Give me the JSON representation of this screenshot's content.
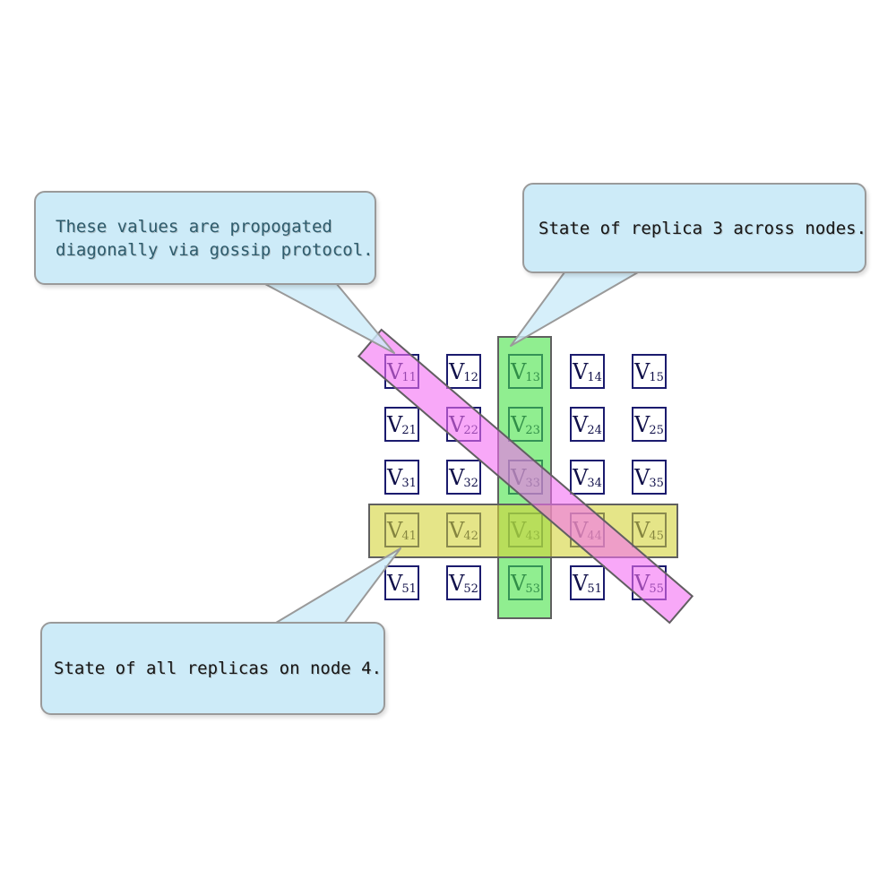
{
  "matrix": {
    "letter": "V",
    "cells": [
      [
        "11",
        "12",
        "13",
        "14",
        "15"
      ],
      [
        "21",
        "22",
        "23",
        "24",
        "25"
      ],
      [
        "31",
        "32",
        "33",
        "34",
        "35"
      ],
      [
        "41",
        "42",
        "43",
        "44",
        "45"
      ],
      [
        "51",
        "52",
        "53",
        "51",
        "55"
      ]
    ]
  },
  "callouts": [
    {
      "lines": [
        "These values are propogated",
        "diagonally via gossip protocol."
      ]
    },
    {
      "text": "State of replica 3 across nodes."
    },
    {
      "text": "State of all replicas on node 4."
    }
  ],
  "highlights": {
    "column_highlight": "replica 3 column",
    "row_highlight": "node 4 row",
    "diagonal_highlight": "gossip diagonal"
  },
  "colors": {
    "canvas_bg": "#ffffff",
    "callout_fill": "#cdebf8",
    "callout_border": "#9a9a9a",
    "callout1_text": "#2e5c6d",
    "callout_text": "#161616",
    "cell_border": "#1b1b6e",
    "cell_text": "#10104a",
    "band_border": "#606060",
    "band_green_fill": "rgba(70,227,70,0.6)",
    "band_yellow_fill": "rgba(212,212,57,0.6)",
    "band_pink_fill": "rgba(243,110,243,0.6)",
    "tail_fill": "rgba(205,235,249,0.82)"
  }
}
